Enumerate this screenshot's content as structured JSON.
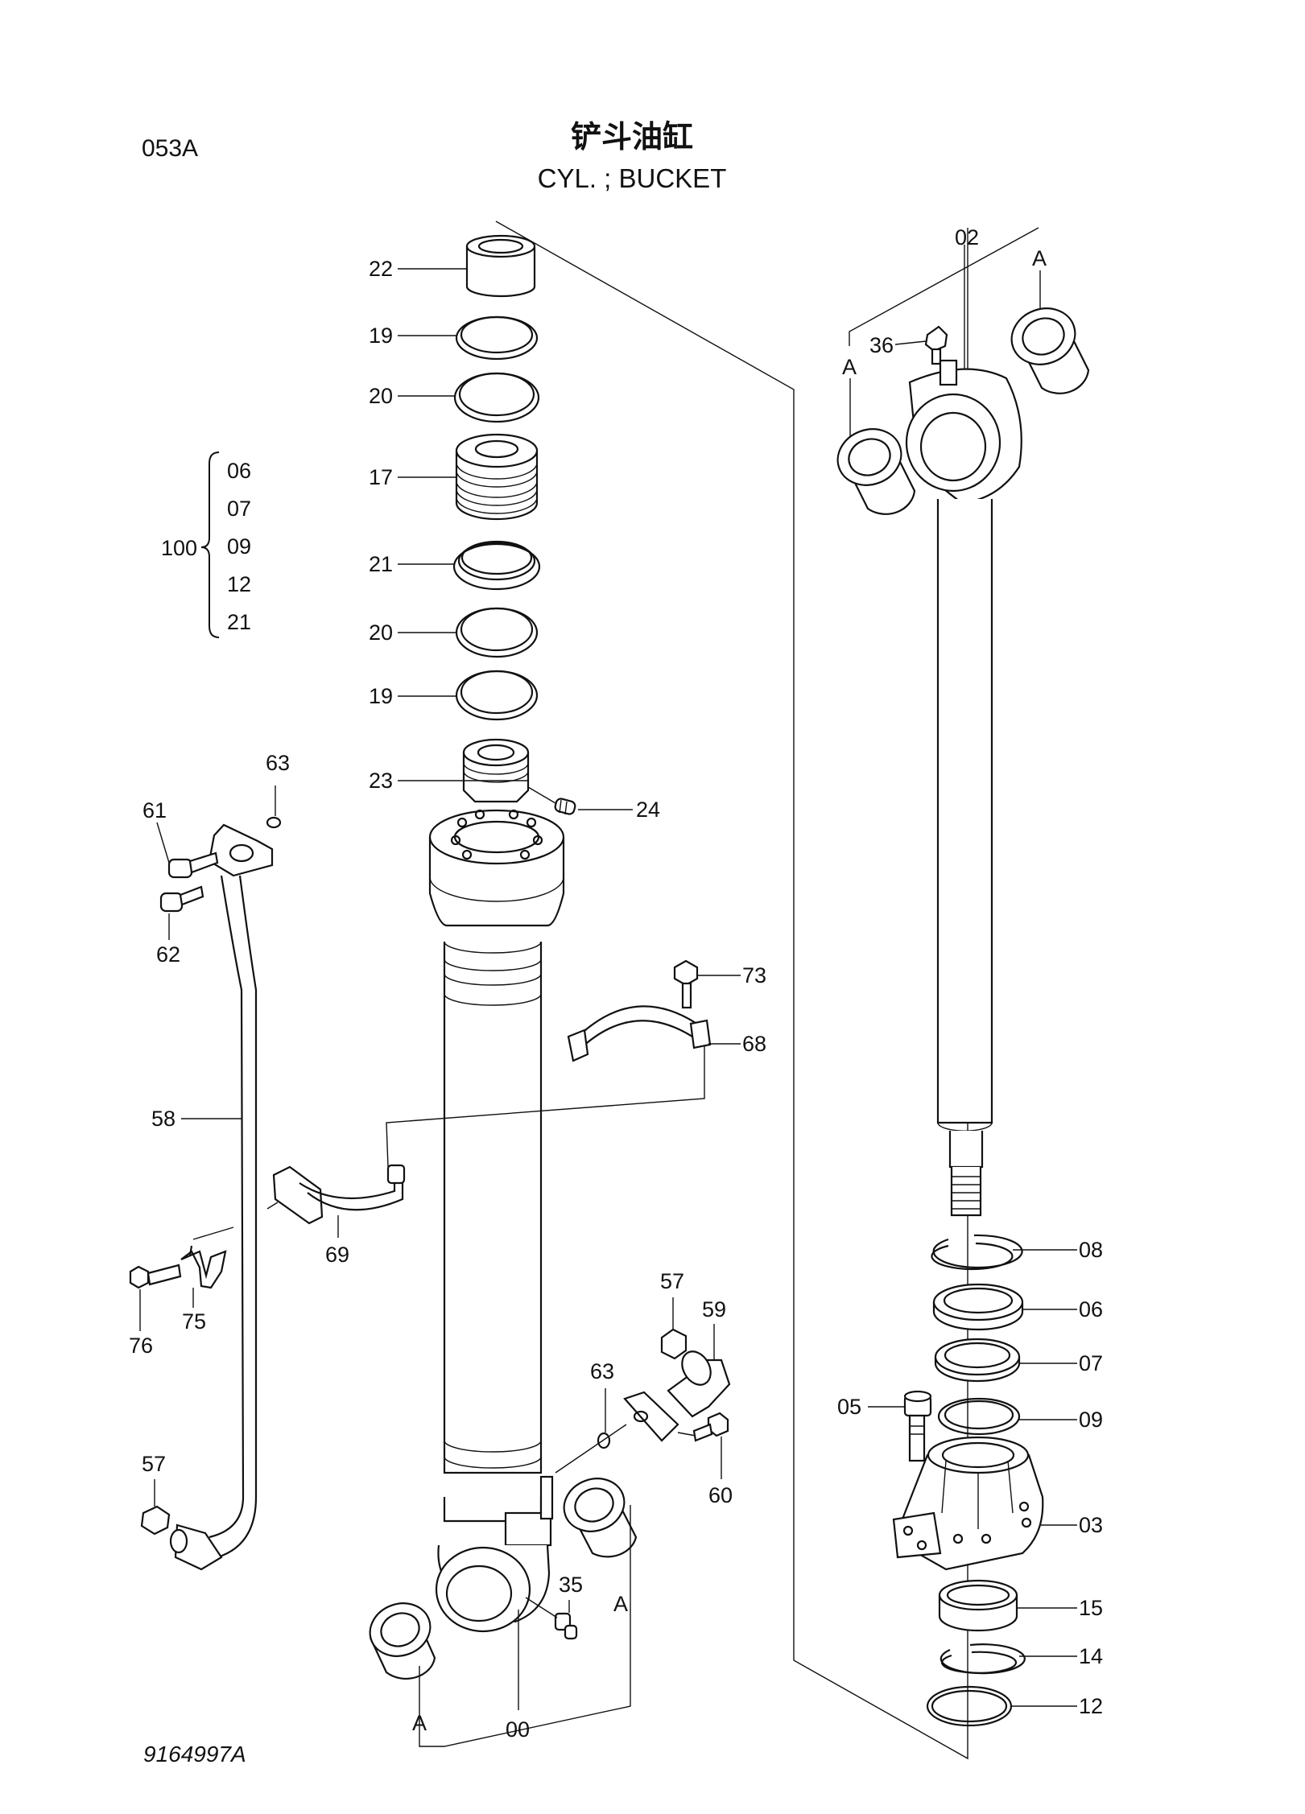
{
  "header": {
    "page_code": "053A",
    "title_cn": "铲斗油缸",
    "title_en": "CYL. ; BUCKET"
  },
  "footer": {
    "drawing_number": "9164997A"
  },
  "group_bracket": {
    "label": "100",
    "members": [
      "06",
      "07",
      "09",
      "12",
      "21"
    ]
  },
  "part_labels": {
    "p22": "22",
    "p19a": "19",
    "p20a": "20",
    "p17": "17",
    "p21": "21",
    "p20b": "20",
    "p19b": "19",
    "p23": "23",
    "p24": "24",
    "p63a": "63",
    "p61": "61",
    "p62": "62",
    "p58": "58",
    "p73": "73",
    "p68": "68",
    "p69": "69",
    "p75": "75",
    "p76": "76",
    "p57a": "57",
    "p59": "59",
    "p63b": "63",
    "p60": "60",
    "p57b": "57",
    "p35": "35",
    "p00": "00",
    "pA1": "A",
    "pA2": "A",
    "p02": "02",
    "p36": "36",
    "pA3": "A",
    "pA4": "A",
    "p08": "08",
    "p06": "06",
    "p07": "07",
    "p05": "05",
    "p09": "09",
    "p03": "03",
    "p15": "15",
    "p14": "14",
    "p12": "12"
  }
}
